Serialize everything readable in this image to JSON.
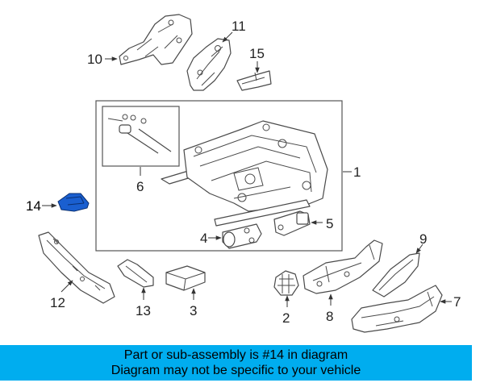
{
  "callouts": {
    "c1": "1",
    "c2": "2",
    "c3": "3",
    "c4": "4",
    "c5": "5",
    "c6": "6",
    "c7": "7",
    "c8": "8",
    "c9": "9",
    "c10": "10",
    "c11": "11",
    "c12": "12",
    "c13": "13",
    "c14": "14",
    "c15": "15"
  },
  "highlight_color": "#1a5fd0",
  "banner": {
    "color": "#00adef",
    "line1": "Part or sub-assembly is #14 in diagram",
    "line2": "Diagram may not be specific to your vehicle"
  }
}
